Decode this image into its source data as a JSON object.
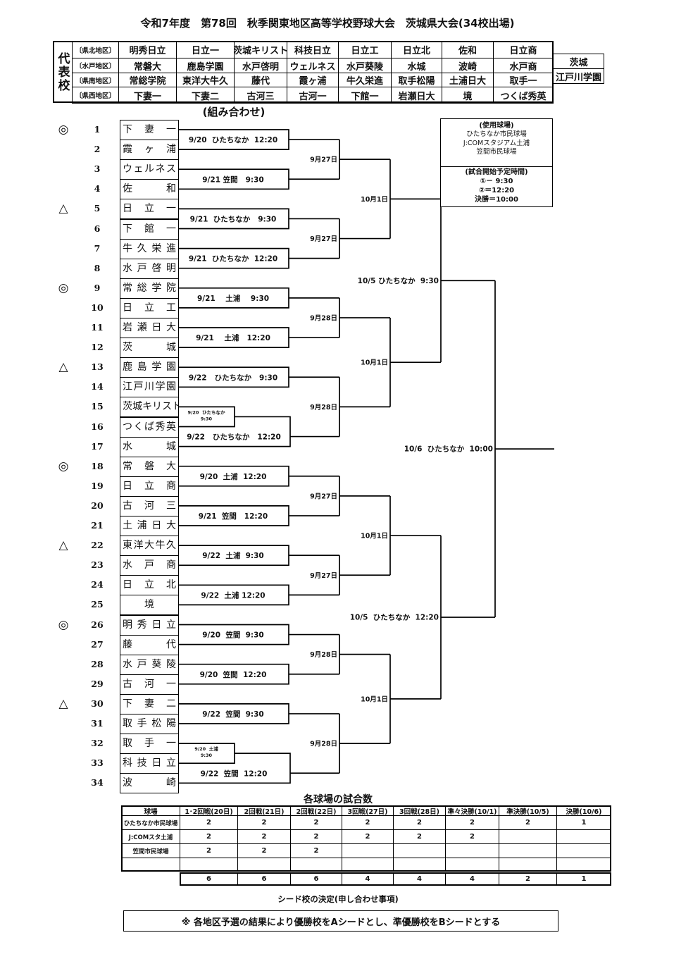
{
  "title": "令和7年度　第78回　秋季関東地区高等学校野球大会　茨城県大会(34校出場)",
  "representatives": {
    "label": "代表校",
    "regions": [
      {
        "name": "〔県北地区〕",
        "schools": [
          "明秀日立",
          "日立一",
          "茨城キリスト",
          "科技日立",
          "日立工",
          "日立北",
          "佐和",
          "日立商"
        ]
      },
      {
        "name": "〔水戸地区〕",
        "schools": [
          "常磐大",
          "鹿島学園",
          "水戸啓明",
          "ウェルネス",
          "水戸葵陵",
          "水城",
          "波崎",
          "水戸商",
          "茨城"
        ]
      },
      {
        "name": "〔県南地区〕",
        "schools": [
          "常総学院",
          "東洋大牛久",
          "藤代",
          "霞ヶ浦",
          "牛久栄進",
          "取手松陽",
          "土浦日大",
          "取手一",
          "江戸川学園"
        ]
      },
      {
        "name": "〔県西地区〕",
        "schools": [
          "下妻一",
          "下妻二",
          "古河三",
          "古河一",
          "下館一",
          "岩瀬日大",
          "境",
          "つくば秀英"
        ]
      }
    ]
  },
  "bracket_heading": "(組み合わせ)",
  "teams": [
    {
      "no": "1",
      "name": "下妻一",
      "seed": "◎"
    },
    {
      "no": "2",
      "name": "霞ヶ浦",
      "seed": ""
    },
    {
      "no": "3",
      "name": "ウェルネス",
      "seed": ""
    },
    {
      "no": "4",
      "name": "佐和",
      "seed": ""
    },
    {
      "no": "5",
      "name": "日立一",
      "seed": "△"
    },
    {
      "no": "6",
      "name": "下館一",
      "seed": ""
    },
    {
      "no": "7",
      "name": "牛久栄進",
      "seed": ""
    },
    {
      "no": "8",
      "name": "水戸啓明",
      "seed": ""
    },
    {
      "no": "9",
      "name": "常総学院",
      "seed": "◎"
    },
    {
      "no": "10",
      "name": "日立工",
      "seed": ""
    },
    {
      "no": "11",
      "name": "岩瀬日大",
      "seed": ""
    },
    {
      "no": "12",
      "name": "茨城",
      "seed": ""
    },
    {
      "no": "13",
      "name": "鹿島学園",
      "seed": "△"
    },
    {
      "no": "14",
      "name": "江戸川学園",
      "seed": ""
    },
    {
      "no": "15",
      "name": "茨城キリスト",
      "seed": ""
    },
    {
      "no": "16",
      "name": "つくば秀英",
      "seed": ""
    },
    {
      "no": "17",
      "name": "水城",
      "seed": ""
    },
    {
      "no": "18",
      "name": "常磐大",
      "seed": "◎"
    },
    {
      "no": "19",
      "name": "日立商",
      "seed": ""
    },
    {
      "no": "20",
      "name": "古河三",
      "seed": ""
    },
    {
      "no": "21",
      "name": "土浦日大",
      "seed": ""
    },
    {
      "no": "22",
      "name": "東洋大牛久",
      "seed": "△"
    },
    {
      "no": "23",
      "name": "水戸商",
      "seed": ""
    },
    {
      "no": "24",
      "name": "日立北",
      "seed": ""
    },
    {
      "no": "25",
      "name": "境",
      "seed": ""
    },
    {
      "no": "26",
      "name": "明秀日立",
      "seed": "◎"
    },
    {
      "no": "27",
      "name": "藤代",
      "seed": ""
    },
    {
      "no": "28",
      "name": "水戸葵陵",
      "seed": ""
    },
    {
      "no": "29",
      "name": "古河一",
      "seed": ""
    },
    {
      "no": "30",
      "name": "下妻二",
      "seed": "△"
    },
    {
      "no": "31",
      "name": "取手松陽",
      "seed": ""
    },
    {
      "no": "32",
      "name": "取手一",
      "seed": ""
    },
    {
      "no": "33",
      "name": "科技日立",
      "seed": ""
    },
    {
      "no": "34",
      "name": "波崎",
      "seed": ""
    }
  ],
  "bracket": {
    "round1": [
      {
        "teams": [
          1,
          2
        ],
        "label": "9/20  ひたちなか  12:20"
      },
      {
        "teams": [
          3,
          4
        ],
        "label": "9/21 笠間   9:30"
      },
      {
        "teams": [
          5,
          6
        ],
        "label": "9/21  ひたちなか   9:30"
      },
      {
        "teams": [
          7,
          8
        ],
        "label": "9/21  ひたちなか  12:20"
      },
      {
        "teams": [
          9,
          10
        ],
        "label": "9/21    土浦    9:30"
      },
      {
        "teams": [
          11,
          12
        ],
        "label": "9/21    土浦   12:20"
      },
      {
        "teams": [
          13,
          14
        ],
        "label": "9/22   ひたちなか   9:30"
      },
      {
        "prelim": {
          "teams": [
            15,
            16
          ],
          "label_lines": [
            "9/20  ひたちなか",
            "9:30"
          ]
        },
        "vs": 17,
        "label": "9/22   ひたちなか   12:20"
      },
      {
        "teams": [
          18,
          19
        ],
        "label": "9/20  土浦  12:20"
      },
      {
        "teams": [
          20,
          21
        ],
        "label": "9/21  笠間   12:20"
      },
      {
        "teams": [
          22,
          23
        ],
        "label": "9/22  土浦  9:30"
      },
      {
        "teams": [
          24,
          25
        ],
        "label": "9/22  土浦 12:20"
      },
      {
        "teams": [
          26,
          27
        ],
        "label": "9/20  笠間  9:30"
      },
      {
        "teams": [
          28,
          29
        ],
        "label": "9/20  笠間  12:20"
      },
      {
        "teams": [
          30,
          31
        ],
        "label": "9/22  笠間  9:30"
      },
      {
        "prelim": {
          "teams": [
            32,
            33
          ],
          "label_lines": [
            "9/20  土浦",
            "9:30"
          ]
        },
        "vs": 34,
        "label": "9/22  笠間  12:20"
      }
    ],
    "round2": [
      {
        "label": "9月27日"
      },
      {
        "label": "9月27日"
      },
      {
        "label": "9月28日"
      },
      {
        "label": "9月28日"
      },
      {
        "label": "9月27日"
      },
      {
        "label": "9月27日"
      },
      {
        "label": "9月28日"
      },
      {
        "label": "9月28日"
      }
    ],
    "quarterfinals": [
      {
        "label": "10月1日"
      },
      {
        "label": "10月1日"
      },
      {
        "label": "10月1日"
      },
      {
        "label": "10月1日"
      }
    ],
    "semifinals": [
      {
        "label": "10/5 ひたちなか  9:30"
      },
      {
        "label": "10/5  ひたちなか  12:20"
      }
    ],
    "final": {
      "label": "10/6  ひたちなか  10:00"
    }
  },
  "info_box": {
    "venues": {
      "heading": "(使用球場)",
      "list": [
        "ひたちなか市民球場",
        "J:COMスタジアム土浦",
        "笠間市民球場"
      ]
    },
    "start_times": {
      "heading": "(試合開始予定時間)",
      "list": [
        "①－  9:30",
        "②＝12:20",
        "決勝＝10:00"
      ]
    }
  },
  "stadium_table": {
    "title": "各球場の試合数",
    "headers": [
      "球場",
      "1･2回戦(20日)",
      "2回戦(21日)",
      "2回戦(22日)",
      "3回戦(27日)",
      "3回戦(28日)",
      "準々決勝(10/1)",
      "準決勝(10/5)",
      "決勝(10/6)"
    ],
    "rows": [
      {
        "stadium": "ひたちなか市民球場",
        "counts": [
          "2",
          "2",
          "2",
          "2",
          "2",
          "2",
          "2",
          "1"
        ]
      },
      {
        "stadium": "J:COMスタ土浦",
        "counts": [
          "2",
          "2",
          "2",
          "2",
          "2",
          "2",
          "",
          ""
        ]
      },
      {
        "stadium": "笠間市民球場",
        "counts": [
          "2",
          "2",
          "2",
          "",
          "",
          "",
          "",
          ""
        ]
      },
      {
        "stadium": "",
        "counts": [
          "",
          "",
          "",
          "",
          "",
          "",
          "",
          ""
        ]
      }
    ],
    "totals": [
      "6",
      "6",
      "6",
      "4",
      "4",
      "4",
      "2",
      "1"
    ]
  },
  "seed_rule": {
    "heading": "シード校の決定(申し合わせ事項)",
    "text": "※ 各地区予選の結果により優勝校をAシードとし、準優勝校をBシードとする"
  }
}
